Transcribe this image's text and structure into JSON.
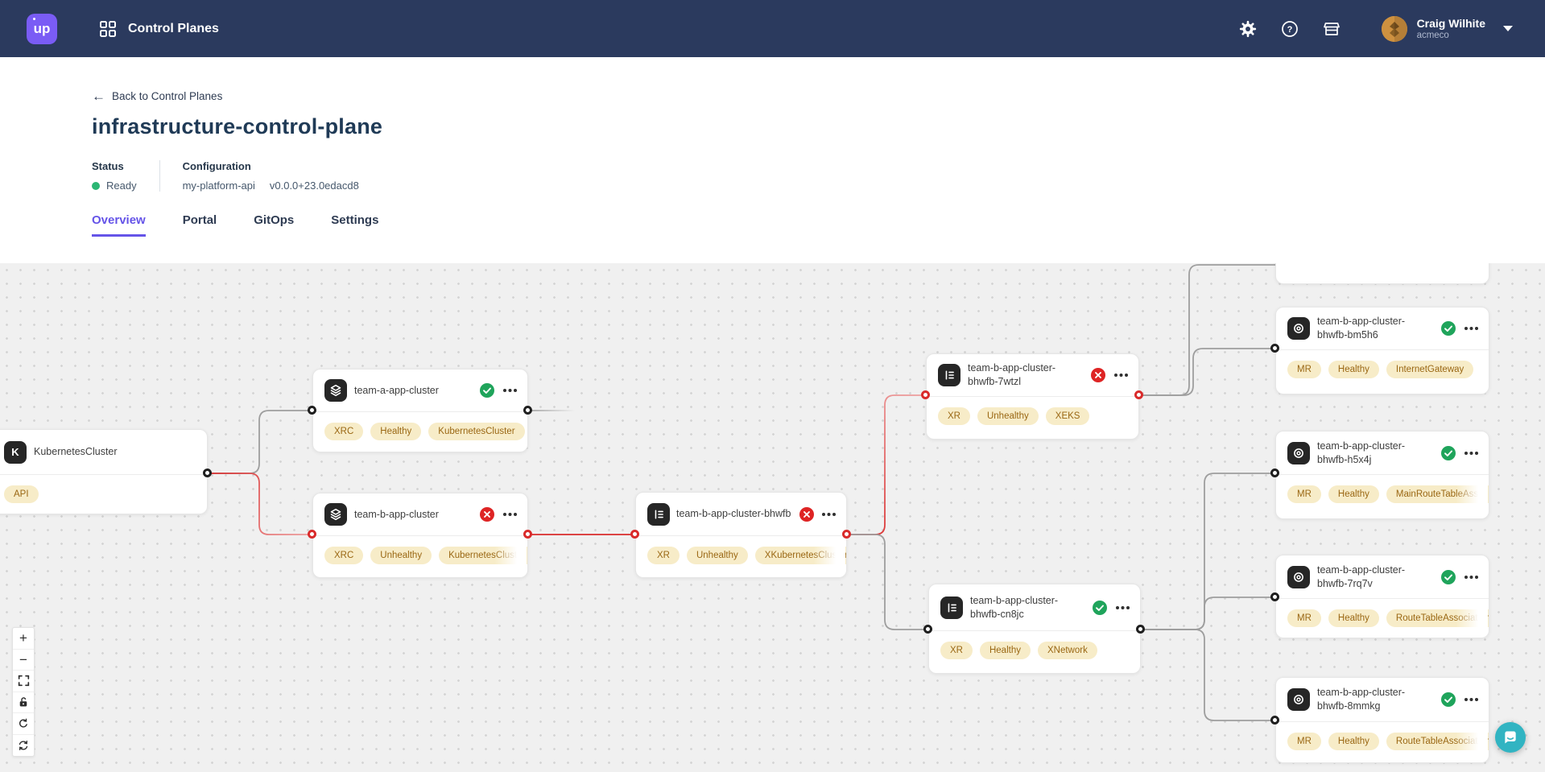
{
  "topbar": {
    "title": "Control Planes",
    "user": {
      "name": "Craig Wilhite",
      "org": "acmeco"
    }
  },
  "page": {
    "back_link": "Back to Control Planes",
    "title": "infrastructure-control-plane",
    "status": {
      "label": "Status",
      "value": "Ready"
    },
    "configuration": {
      "label": "Configuration",
      "name": "my-platform-api",
      "version": "v0.0.0+23.0edacd8"
    },
    "tabs": [
      {
        "label": "Overview",
        "active": true
      },
      {
        "label": "Portal",
        "active": false
      },
      {
        "label": "GitOps",
        "active": false
      },
      {
        "label": "Settings",
        "active": false
      }
    ]
  },
  "graph": {
    "nodes": [
      {
        "label": "KubernetesCluster",
        "icon": "kubernetes-cluster",
        "icon_letter": "K",
        "status": null,
        "badges": [
          "API"
        ]
      },
      {
        "label": "team-a-app-cluster",
        "icon": "claim-layers",
        "status": "healthy",
        "badges": [
          "XRC",
          "Healthy",
          "KubernetesCluster"
        ]
      },
      {
        "label": "team-b-app-cluster",
        "icon": "claim-layers",
        "status": "error",
        "badges": [
          "XRC",
          "Unhealthy",
          "KubernetesCluster"
        ]
      },
      {
        "label": "team-b-app-cluster-bhwfb",
        "icon": "composite",
        "status": "error",
        "badges": [
          "XR",
          "Unhealthy",
          "XKubernetesCluster"
        ]
      },
      {
        "label": "team-b-app-cluster-bhwfb-7wtzl",
        "icon": "composite",
        "status": "error",
        "badges": [
          "XR",
          "Unhealthy",
          "XEKS"
        ]
      },
      {
        "label": "team-b-app-cluster-bhwfb-cn8jc",
        "icon": "composite",
        "status": "healthy",
        "badges": [
          "XR",
          "Healthy",
          "XNetwork"
        ]
      },
      {
        "label": "team-b-app-cluster-bhwfb-bm5h6",
        "icon": "managed",
        "status": "healthy",
        "badges": [
          "MR",
          "Healthy",
          "InternetGateway"
        ]
      },
      {
        "label": "team-b-app-cluster-bhwfb-h5x4j",
        "icon": "managed",
        "status": "healthy",
        "badges": [
          "MR",
          "Healthy",
          "MainRouteTableAssociation"
        ]
      },
      {
        "label": "team-b-app-cluster-bhwfb-7rq7v",
        "icon": "managed",
        "status": "healthy",
        "badges": [
          "MR",
          "Healthy",
          "RouteTableAssociation"
        ]
      },
      {
        "label": "team-b-app-cluster-bhwfb-8mmkg",
        "icon": "managed",
        "status": "healthy",
        "badges": [
          "MR",
          "Healthy",
          "RouteTableAssociation"
        ]
      }
    ]
  },
  "controls": {
    "zoom_in": "+",
    "zoom_out": "−"
  },
  "colors": {
    "navbar": "#2B3A5E",
    "accent_purple": "#6554E8",
    "logo_purple": "#7A5CF5",
    "healthy_green": "#1FA45B",
    "status_green": "#2BB673",
    "error_red": "#DE2424",
    "edge_red": "#D92B2B",
    "edge_gray": "#9E9E9E",
    "badge_bg": "#F7ECC8",
    "badge_text": "#9A6713",
    "canvas_bg": "#F0F0F0",
    "chat_teal": "#31B4C2"
  }
}
